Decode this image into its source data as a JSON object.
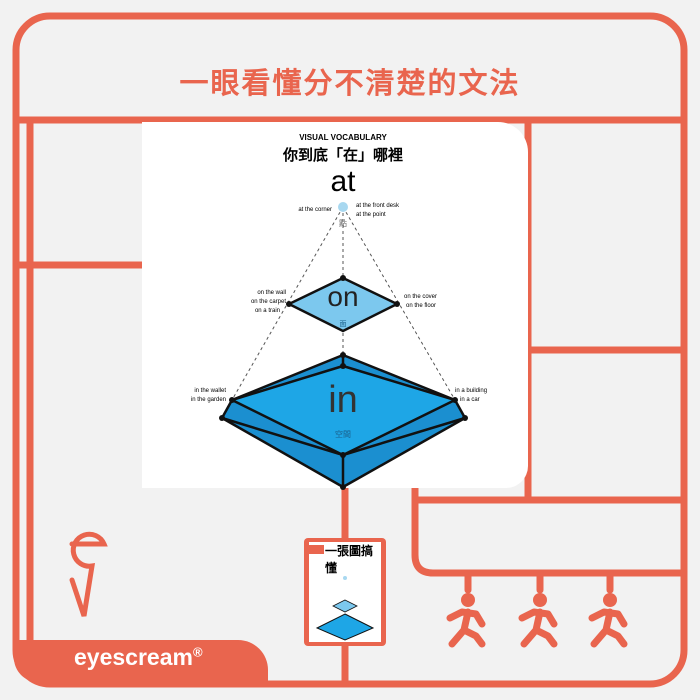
{
  "header": {
    "title": "一眼看懂分不清楚的文法"
  },
  "infographic": {
    "kicker": "VISUAL VOCABULARY",
    "heading": "你到底「在」哪裡",
    "at": {
      "word": "at",
      "label": "點",
      "left": [
        "at the corner"
      ],
      "right": [
        "at the front desk",
        "at the point"
      ]
    },
    "on": {
      "word": "on",
      "label": "面",
      "left": [
        "on the wall",
        "on the carpet",
        "on a train"
      ],
      "right": [
        "on the cover",
        "on the floor"
      ]
    },
    "in": {
      "word": "in",
      "label": "空間",
      "left": [
        "in the wallet",
        "in the garden"
      ],
      "right": [
        "in a building",
        "in a car"
      ]
    }
  },
  "magazine": {
    "title": "一張圖搞懂"
  },
  "brand": {
    "name": "eyescream",
    "mark": "®"
  },
  "colors": {
    "accent": "#e9654e",
    "light_blue": "#a8d8f0",
    "mid_blue": "#7cc8ee",
    "blue": "#1b9fe0"
  }
}
